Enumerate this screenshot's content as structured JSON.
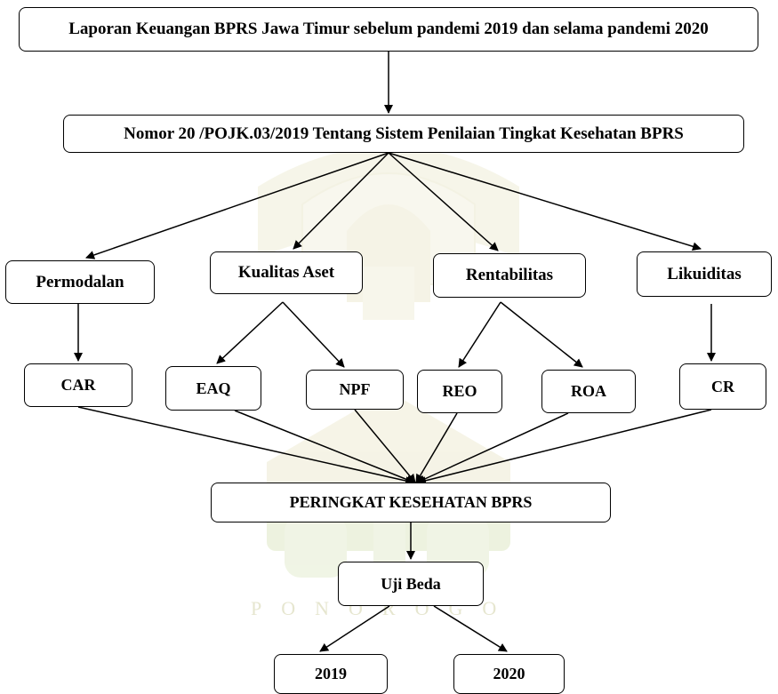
{
  "diagram": {
    "title_box": "Laporan Keuangan BPRS Jawa Timur sebelum pandemi 2019 dan selama pandemi 2020",
    "regulation_box": "Nomor 20 /POJK.03/2019 Tentang Sistem Penilaian Tingkat Kesehatan BPRS",
    "factors": {
      "permodalan": "Permodalan",
      "kualitas_aset": "Kualitas Aset",
      "rentabilitas": "Rentabilitas",
      "likuiditas": "Likuiditas"
    },
    "ratios": {
      "car": "CAR",
      "eaq": "EAQ",
      "npf": "NPF",
      "reo": "REO",
      "roa": "ROA",
      "cr": "CR"
    },
    "rating_box": "PERINGKAT KESEHATAN BPRS",
    "test_box": "Uji Beda",
    "years": {
      "y2019": "2019",
      "y2020": "2020"
    }
  },
  "watermark": {
    "text": "PONOROGO",
    "color": "#e6e6cf",
    "shape": "mosque-logo"
  }
}
